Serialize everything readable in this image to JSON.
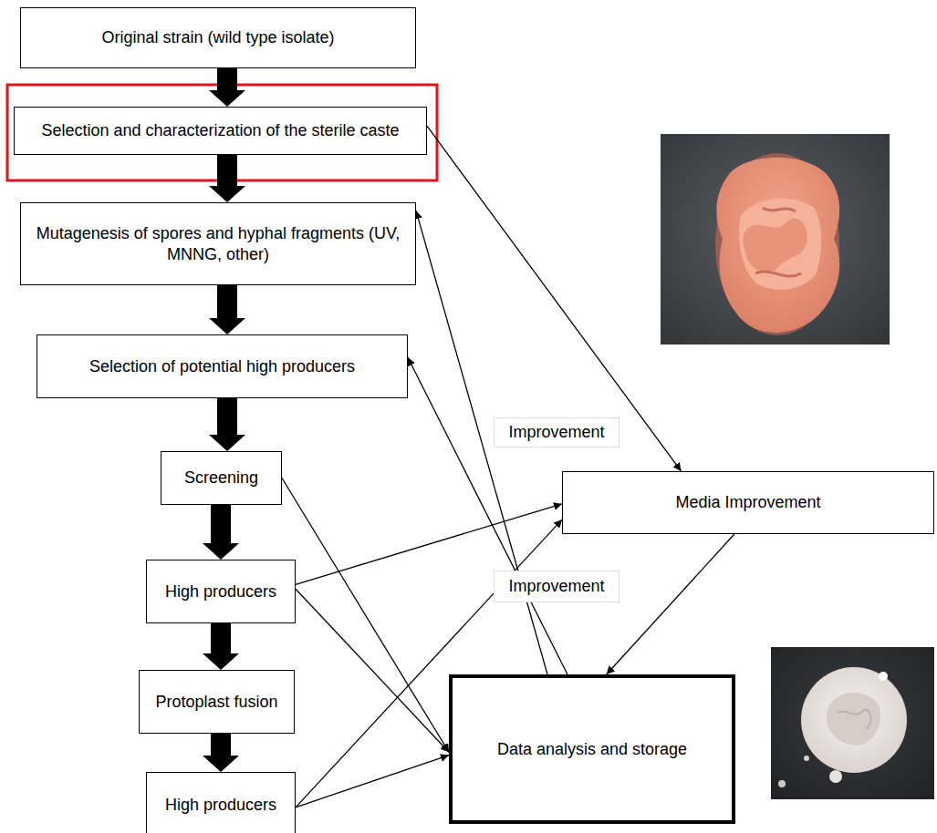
{
  "diagram": {
    "nodes": [
      {
        "text": [
          "Original strain (wild type isolate)"
        ]
      },
      {
        "text": [
          "Selection and characterization of the sterile caste"
        ]
      },
      {
        "text": [
          "Mutagenesis of spores and hyphal fragments (UV, MNNG, other)"
        ]
      },
      {
        "text": [
          "Selection of potential high producers"
        ]
      },
      {
        "text": [
          "Screening"
        ]
      },
      {
        "text": [
          "High producers"
        ]
      },
      {
        "text": [
          "Protoplast fusion"
        ]
      },
      {
        "text": [
          "High producers"
        ]
      },
      {
        "text": [
          "Media Improvement"
        ]
      },
      {
        "text": [
          "Data analysis and storage"
        ]
      }
    ],
    "edges": [
      {
        "from": 0,
        "to": 1,
        "arrow": "to"
      },
      {
        "from": 1,
        "to": 2,
        "arrow": "to"
      },
      {
        "from": 2,
        "to": 3,
        "arrow": "to"
      },
      {
        "from": 3,
        "to": 4,
        "arrow": "to"
      },
      {
        "from": 4,
        "to": 5,
        "arrow": "to"
      },
      {
        "from": 5,
        "to": 6,
        "arrow": "to"
      },
      {
        "from": 6,
        "to": 7,
        "arrow": "to"
      },
      {
        "from": 1,
        "to": 8,
        "arrow": "to"
      },
      {
        "from": 9,
        "to": 2,
        "arrow": "to",
        "label": "Improvement"
      },
      {
        "from": 9,
        "to": 3,
        "arrow": "to",
        "label": "Improvement"
      },
      {
        "from": 4,
        "to": 9,
        "arrow": "to"
      },
      {
        "from": 5,
        "to": 8,
        "arrow": "to"
      },
      {
        "from": 5,
        "to": 9,
        "arrow": "to"
      },
      {
        "from": 7,
        "to": 8,
        "arrow": "to"
      },
      {
        "from": 7,
        "to": 9,
        "arrow": "to"
      },
      {
        "from": 8,
        "to": 9,
        "arrow": "to"
      }
    ]
  }
}
